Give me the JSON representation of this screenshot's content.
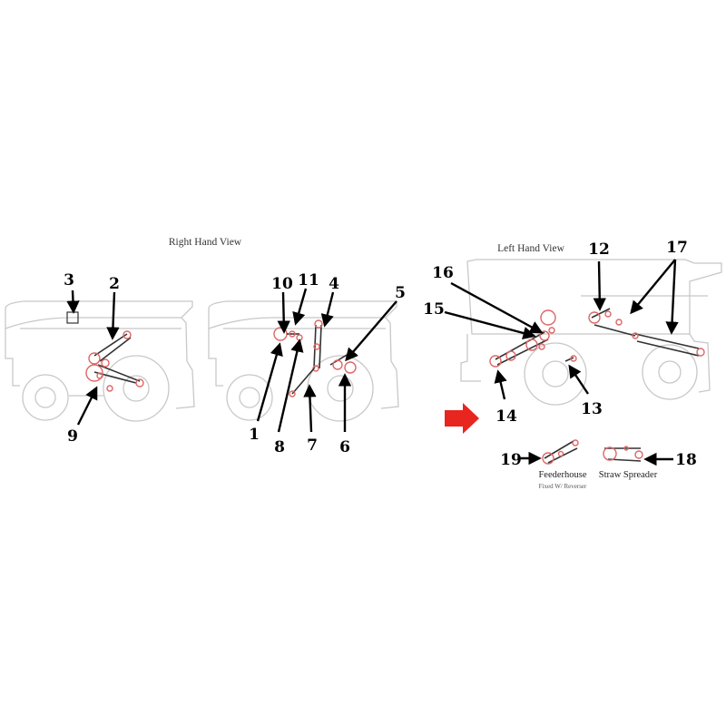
{
  "views": {
    "right_title": "Right Hand View",
    "left_title": "Left Hand View"
  },
  "insets": {
    "feederhouse": "Feederhouse",
    "feederhouse_sub": "Fixed W/ Reverser",
    "straw_spreader": "Straw Spreader"
  },
  "callouts": [
    "1",
    "2",
    "3",
    "4",
    "5",
    "6",
    "7",
    "8",
    "9",
    "10",
    "11",
    "12",
    "13",
    "14",
    "15",
    "16",
    "17",
    "18",
    "19"
  ],
  "colors": {
    "pulley": "#dd6666",
    "outline": "#c8c8c8",
    "indicator_arrow": "#e8251f"
  },
  "icons": {
    "indicator": "right-pointing-red-arrow-icon"
  }
}
